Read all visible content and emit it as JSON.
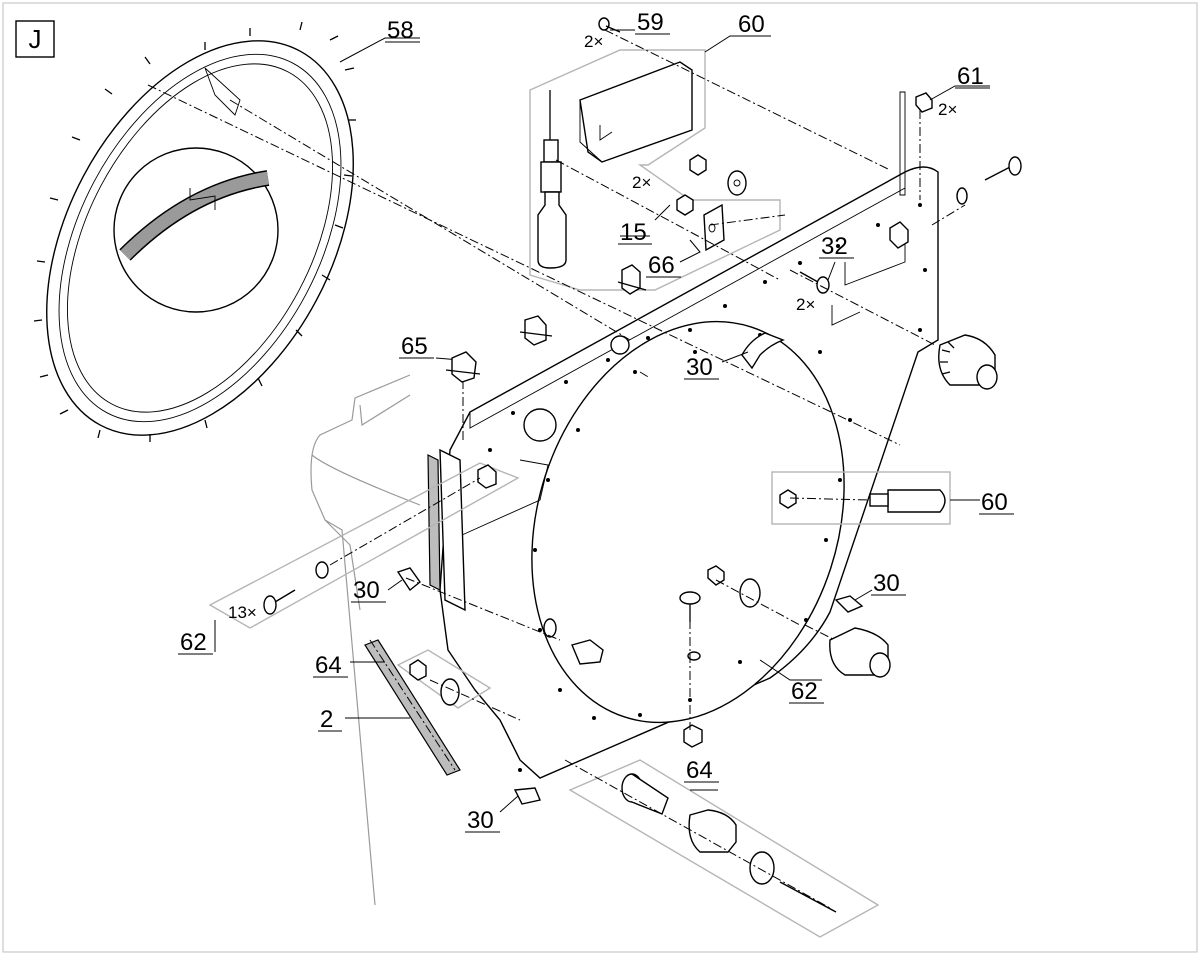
{
  "section_letter": "J",
  "callouts": [
    {
      "id": "c58",
      "label": "58"
    },
    {
      "id": "c59",
      "label": "59"
    },
    {
      "id": "c60a",
      "label": "60"
    },
    {
      "id": "c61",
      "label": "61"
    },
    {
      "id": "c15",
      "label": "15"
    },
    {
      "id": "c66",
      "label": "66"
    },
    {
      "id": "c32",
      "label": "32"
    },
    {
      "id": "c65",
      "label": "65"
    },
    {
      "id": "c30a",
      "label": "30"
    },
    {
      "id": "c60b",
      "label": "60"
    },
    {
      "id": "c30b",
      "label": "30"
    },
    {
      "id": "c30c",
      "label": "30"
    },
    {
      "id": "c62a",
      "label": "62"
    },
    {
      "id": "c62b",
      "label": "62"
    },
    {
      "id": "c64a",
      "label": "64"
    },
    {
      "id": "c2",
      "label": "2"
    },
    {
      "id": "c64b",
      "label": "64"
    },
    {
      "id": "c30d",
      "label": "30"
    }
  ],
  "quantities": [
    {
      "id": "q59",
      "label": "2×"
    },
    {
      "id": "q61",
      "label": "2×"
    },
    {
      "id": "q15",
      "label": "2×"
    },
    {
      "id": "q32",
      "label": "2×"
    },
    {
      "id": "q62",
      "label": "13×"
    }
  ]
}
